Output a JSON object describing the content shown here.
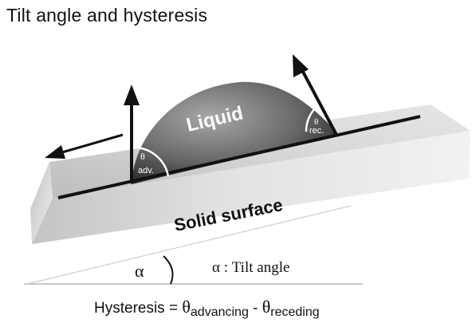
{
  "title": "Tilt angle and hysteresis",
  "labels": {
    "liquid": "Liquid",
    "solid_surface": "Solid surface",
    "theta_symbol": "θ",
    "advancing_abbr": "adv.",
    "receding_abbr": "rec.",
    "alpha_symbol": "α",
    "tilt_angle_legend": "α : Tilt angle"
  },
  "equation": {
    "lhs": "Hysteresis = ",
    "theta1": "θ",
    "sub1": "advancing",
    "minus": " - ",
    "theta2": "θ",
    "sub2": "receding"
  },
  "icons": [
    "arrow-normal-advancing",
    "arrow-normal-receding",
    "arrow-sliding-direction"
  ],
  "colors": {
    "liquid_dark": "#2a2a2a",
    "liquid_light": "#9a9a9a",
    "slab_top": "#c9c9c9",
    "slab_front": "#d8d8d8",
    "line": "#111111"
  }
}
